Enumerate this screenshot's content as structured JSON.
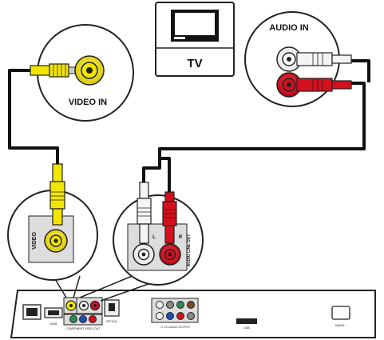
{
  "labels": {
    "tv": "TV",
    "video_in": "VIDEO IN",
    "audio_in": "AUDIO IN",
    "video_jack": "VIDEO",
    "audio_jack": "AUDIO LINE OUT",
    "jack_l": "L",
    "jack_r": "R",
    "panel_hdmi": "HDMI",
    "panel_component": "COMPONENT VIDEO OUT",
    "panel_optical": "OPTICAL",
    "panel_71": "7.1 CH AUDIO OUTPUT",
    "panel_usb": "USB",
    "panel_mains": "MAINS ~"
  },
  "colors": {
    "yellow": "#f2e600",
    "red": "#d4101e",
    "white_plug": "#f4f4f4",
    "cable": "#111111"
  },
  "icons": [
    "tv-icon",
    "rca-jack-icon",
    "rca-plug-icon",
    "hdmi-port-icon",
    "power-socket-icon"
  ]
}
